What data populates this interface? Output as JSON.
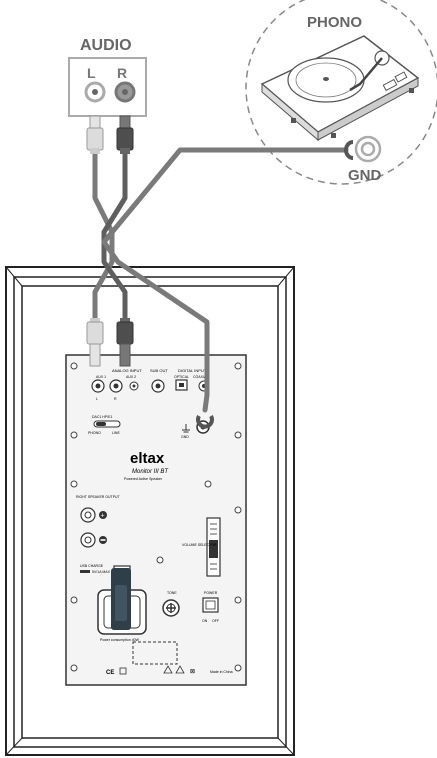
{
  "audio": {
    "title": "AUDIO",
    "left": "L",
    "right": "R"
  },
  "phono": {
    "title": "PHONO",
    "gnd": "GND"
  },
  "panel": {
    "analog_input": "ANALOG INPUT",
    "aux1": "AUX 1",
    "aux2": "AUX 2",
    "l": "L",
    "r": "R",
    "sub_out": "SUB OUT",
    "digital_input": "DIGITAL INPUT",
    "optical": "OPTICAL",
    "coaxial": "COAXIAL",
    "gnd": "GND",
    "switch_line": "LINE",
    "switch_phono": "PHONO",
    "switch_top": "DAC1  HP/E1",
    "brand": "eltax",
    "model": "Monitor III BT",
    "subtitle": "Powered Active Speaker",
    "right_speaker_output": "RIGHT SPEAKER OUTPUT",
    "volume_selector": "VOLUME SELECTOR",
    "usb_charge": "USB CHARGE",
    "usb_spec": "5V/1A MAX",
    "tone": "TONE",
    "power": "POWER",
    "on": "ON",
    "off": "OFF",
    "power_consumption": "Power consumption 40W",
    "made_in": "Made in China"
  }
}
